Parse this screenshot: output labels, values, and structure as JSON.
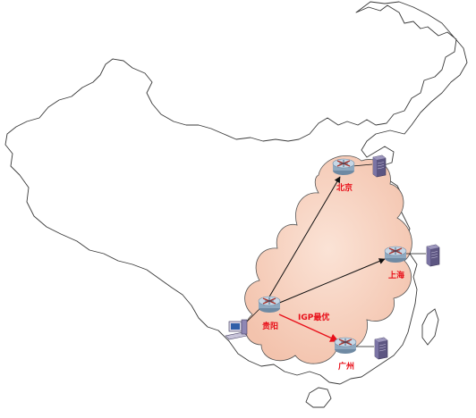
{
  "colors": {
    "map_outline": "#3a3a3a",
    "cloud_fill": "#f8d2bf",
    "cloud_stroke": "#555555",
    "label_red": "#e8101a",
    "router_body": "#9bb3c9",
    "router_top": "#c8d8e6",
    "server_body": "#6b6390",
    "igp_arrow": "#e8101a"
  },
  "nodes": {
    "beijing": {
      "label": "北京",
      "icon": "router-icon"
    },
    "shanghai": {
      "label": "上海",
      "icon": "router-icon"
    },
    "guiyang": {
      "label": "贵阳",
      "icon": "router-icon"
    },
    "guangzhou": {
      "label": "广州",
      "icon": "router-icon"
    }
  },
  "servers": [
    "server-icon",
    "server-icon",
    "server-icon"
  ],
  "client": {
    "icon": "pc-icon"
  },
  "links": {
    "igp_label": "IGP最优"
  }
}
